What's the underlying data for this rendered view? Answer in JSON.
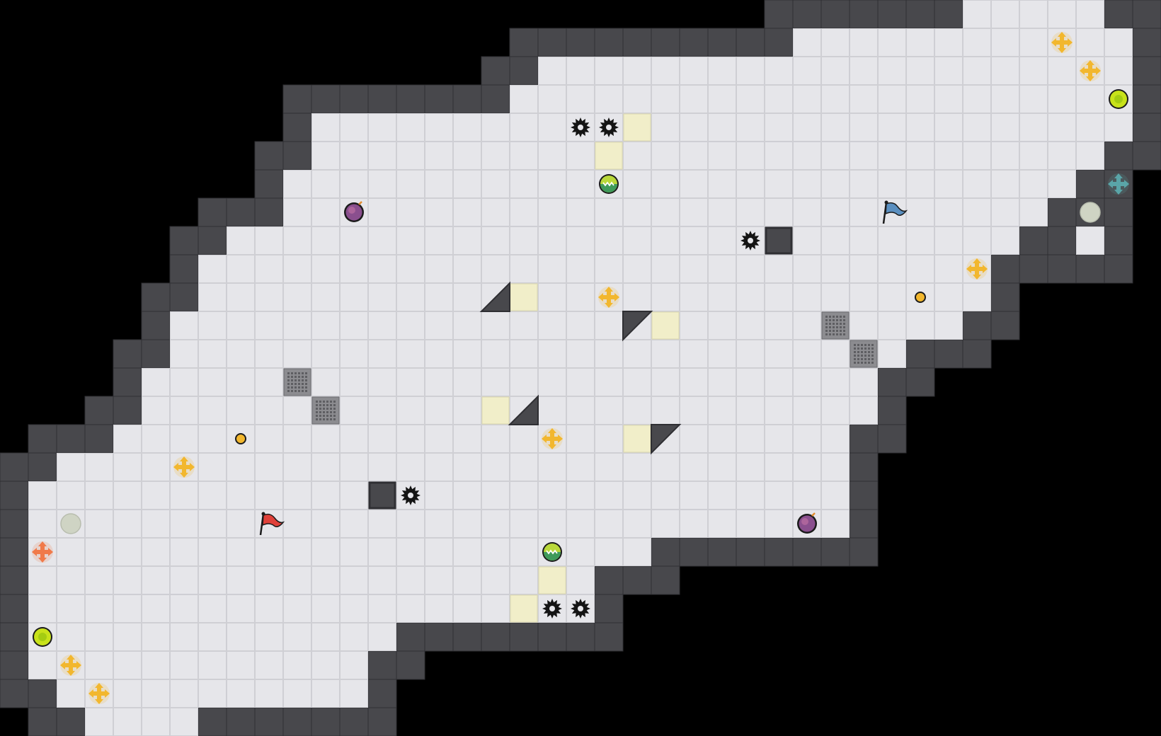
{
  "map": {
    "name": "ctf-arena-map",
    "cols": 41,
    "rows": 26,
    "rowSpans": [
      [
        34,
        38
      ],
      [
        28,
        39
      ],
      [
        19,
        39
      ],
      [
        18,
        39
      ],
      [
        11,
        39
      ],
      [
        11,
        38
      ],
      [
        10,
        37
      ],
      [
        10,
        36
      ],
      [
        8,
        35
      ],
      [
        7,
        34
      ],
      [
        7,
        34
      ],
      [
        6,
        33
      ],
      [
        6,
        31
      ],
      [
        5,
        30
      ],
      [
        5,
        30
      ],
      [
        4,
        29
      ],
      [
        2,
        29
      ],
      [
        1,
        29
      ],
      [
        1,
        29
      ],
      [
        1,
        22
      ],
      [
        1,
        20
      ],
      [
        1,
        20
      ],
      [
        1,
        13
      ],
      [
        1,
        12
      ],
      [
        2,
        12
      ],
      [
        3,
        6
      ]
    ],
    "extraFloorCells": [
      [
        38,
        8
      ],
      [
        2,
        16
      ],
      [
        1,
        17
      ]
    ]
  },
  "colors": {
    "wall": "#48484c",
    "wallDark": "#2f2f33",
    "floor": "#e6e6ea",
    "floorLine": "#cfcfd4",
    "boost": "#f1eec9",
    "yellowBooster": "#f2b72e",
    "redBooster": "#f07a4a",
    "blueBooster": "#5aa5a8",
    "redFlag": "#e0413a",
    "blueFlag": "#5a8fc0"
  },
  "layers": {
    "wallBlocks": [
      [
        13,
        17
      ],
      [
        27,
        8
      ]
    ],
    "wedges": [
      {
        "c": 17,
        "r": 10,
        "o": "br"
      },
      {
        "c": 22,
        "r": 11,
        "o": "bl"
      },
      {
        "c": 18,
        "r": 14,
        "o": "br"
      },
      {
        "c": 23,
        "r": 15,
        "o": "bl"
      }
    ],
    "boostTiles": [
      [
        22,
        4
      ],
      [
        21,
        5
      ],
      [
        18,
        10
      ],
      [
        23,
        11
      ],
      [
        17,
        14
      ],
      [
        22,
        15
      ],
      [
        19,
        20
      ],
      [
        18,
        21
      ]
    ],
    "gratings": [
      [
        10,
        13
      ],
      [
        11,
        14
      ],
      [
        29,
        11
      ],
      [
        30,
        12
      ]
    ],
    "spikes": [
      [
        20,
        4
      ],
      [
        21,
        4
      ],
      [
        26,
        8
      ],
      [
        14,
        17
      ],
      [
        19,
        21
      ],
      [
        20,
        21
      ]
    ],
    "boosters": [
      {
        "c": 37,
        "r": 1,
        "team": "yellow"
      },
      {
        "c": 38,
        "r": 2,
        "team": "yellow"
      },
      {
        "c": 34,
        "r": 9,
        "team": "yellow"
      },
      {
        "c": 21,
        "r": 10,
        "team": "yellow"
      },
      {
        "c": 19,
        "r": 15,
        "team": "yellow"
      },
      {
        "c": 6,
        "r": 16,
        "team": "yellow"
      },
      {
        "c": 1,
        "r": 19,
        "team": "red"
      },
      {
        "c": 39,
        "r": 6,
        "team": "blue"
      },
      {
        "c": 2,
        "r": 23,
        "team": "yellow"
      },
      {
        "c": 3,
        "r": 24,
        "team": "yellow"
      }
    ],
    "bombs": [
      [
        12,
        7
      ],
      [
        28,
        18
      ]
    ],
    "portals": [
      [
        39,
        3
      ],
      [
        1,
        22
      ]
    ],
    "inactivePortals": [
      [
        38,
        7
      ],
      [
        2,
        18
      ]
    ],
    "pellets": [
      [
        32,
        10
      ],
      [
        8,
        15
      ]
    ],
    "gates": [
      [
        21,
        6
      ],
      [
        19,
        19
      ]
    ],
    "flags": [
      {
        "c": 31,
        "r": 7,
        "team": "blue"
      },
      {
        "c": 9,
        "r": 18,
        "team": "red"
      }
    ]
  }
}
